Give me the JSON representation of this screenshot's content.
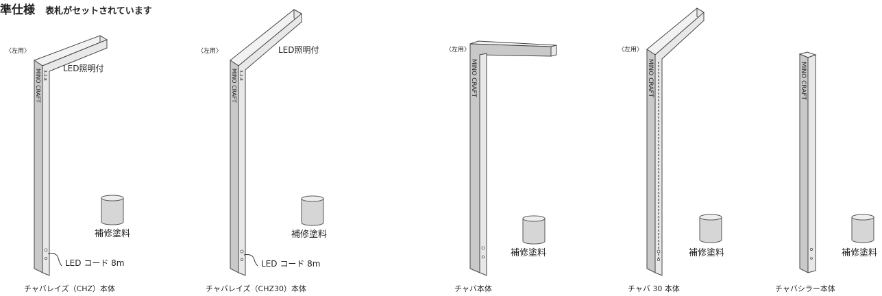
{
  "header": {
    "title": "準仕様",
    "subtitle": "表札がセットされています"
  },
  "left_tag": "〈左用〉",
  "brand": "MINO CRAFT",
  "plate_number": "3-2-8",
  "led_light_label": "LED照明付",
  "led_cord_label": "LED コード 8m",
  "paint_label": "補修塗料",
  "products": [
    {
      "caption": "チャバレイズ（CHZ）本体"
    },
    {
      "caption": "チャバレイズ（CHZ30）本体"
    },
    {
      "caption": "チャバ本体"
    },
    {
      "caption": "チャバ 30 本体"
    },
    {
      "caption": "チャバシラー本体"
    }
  ]
}
